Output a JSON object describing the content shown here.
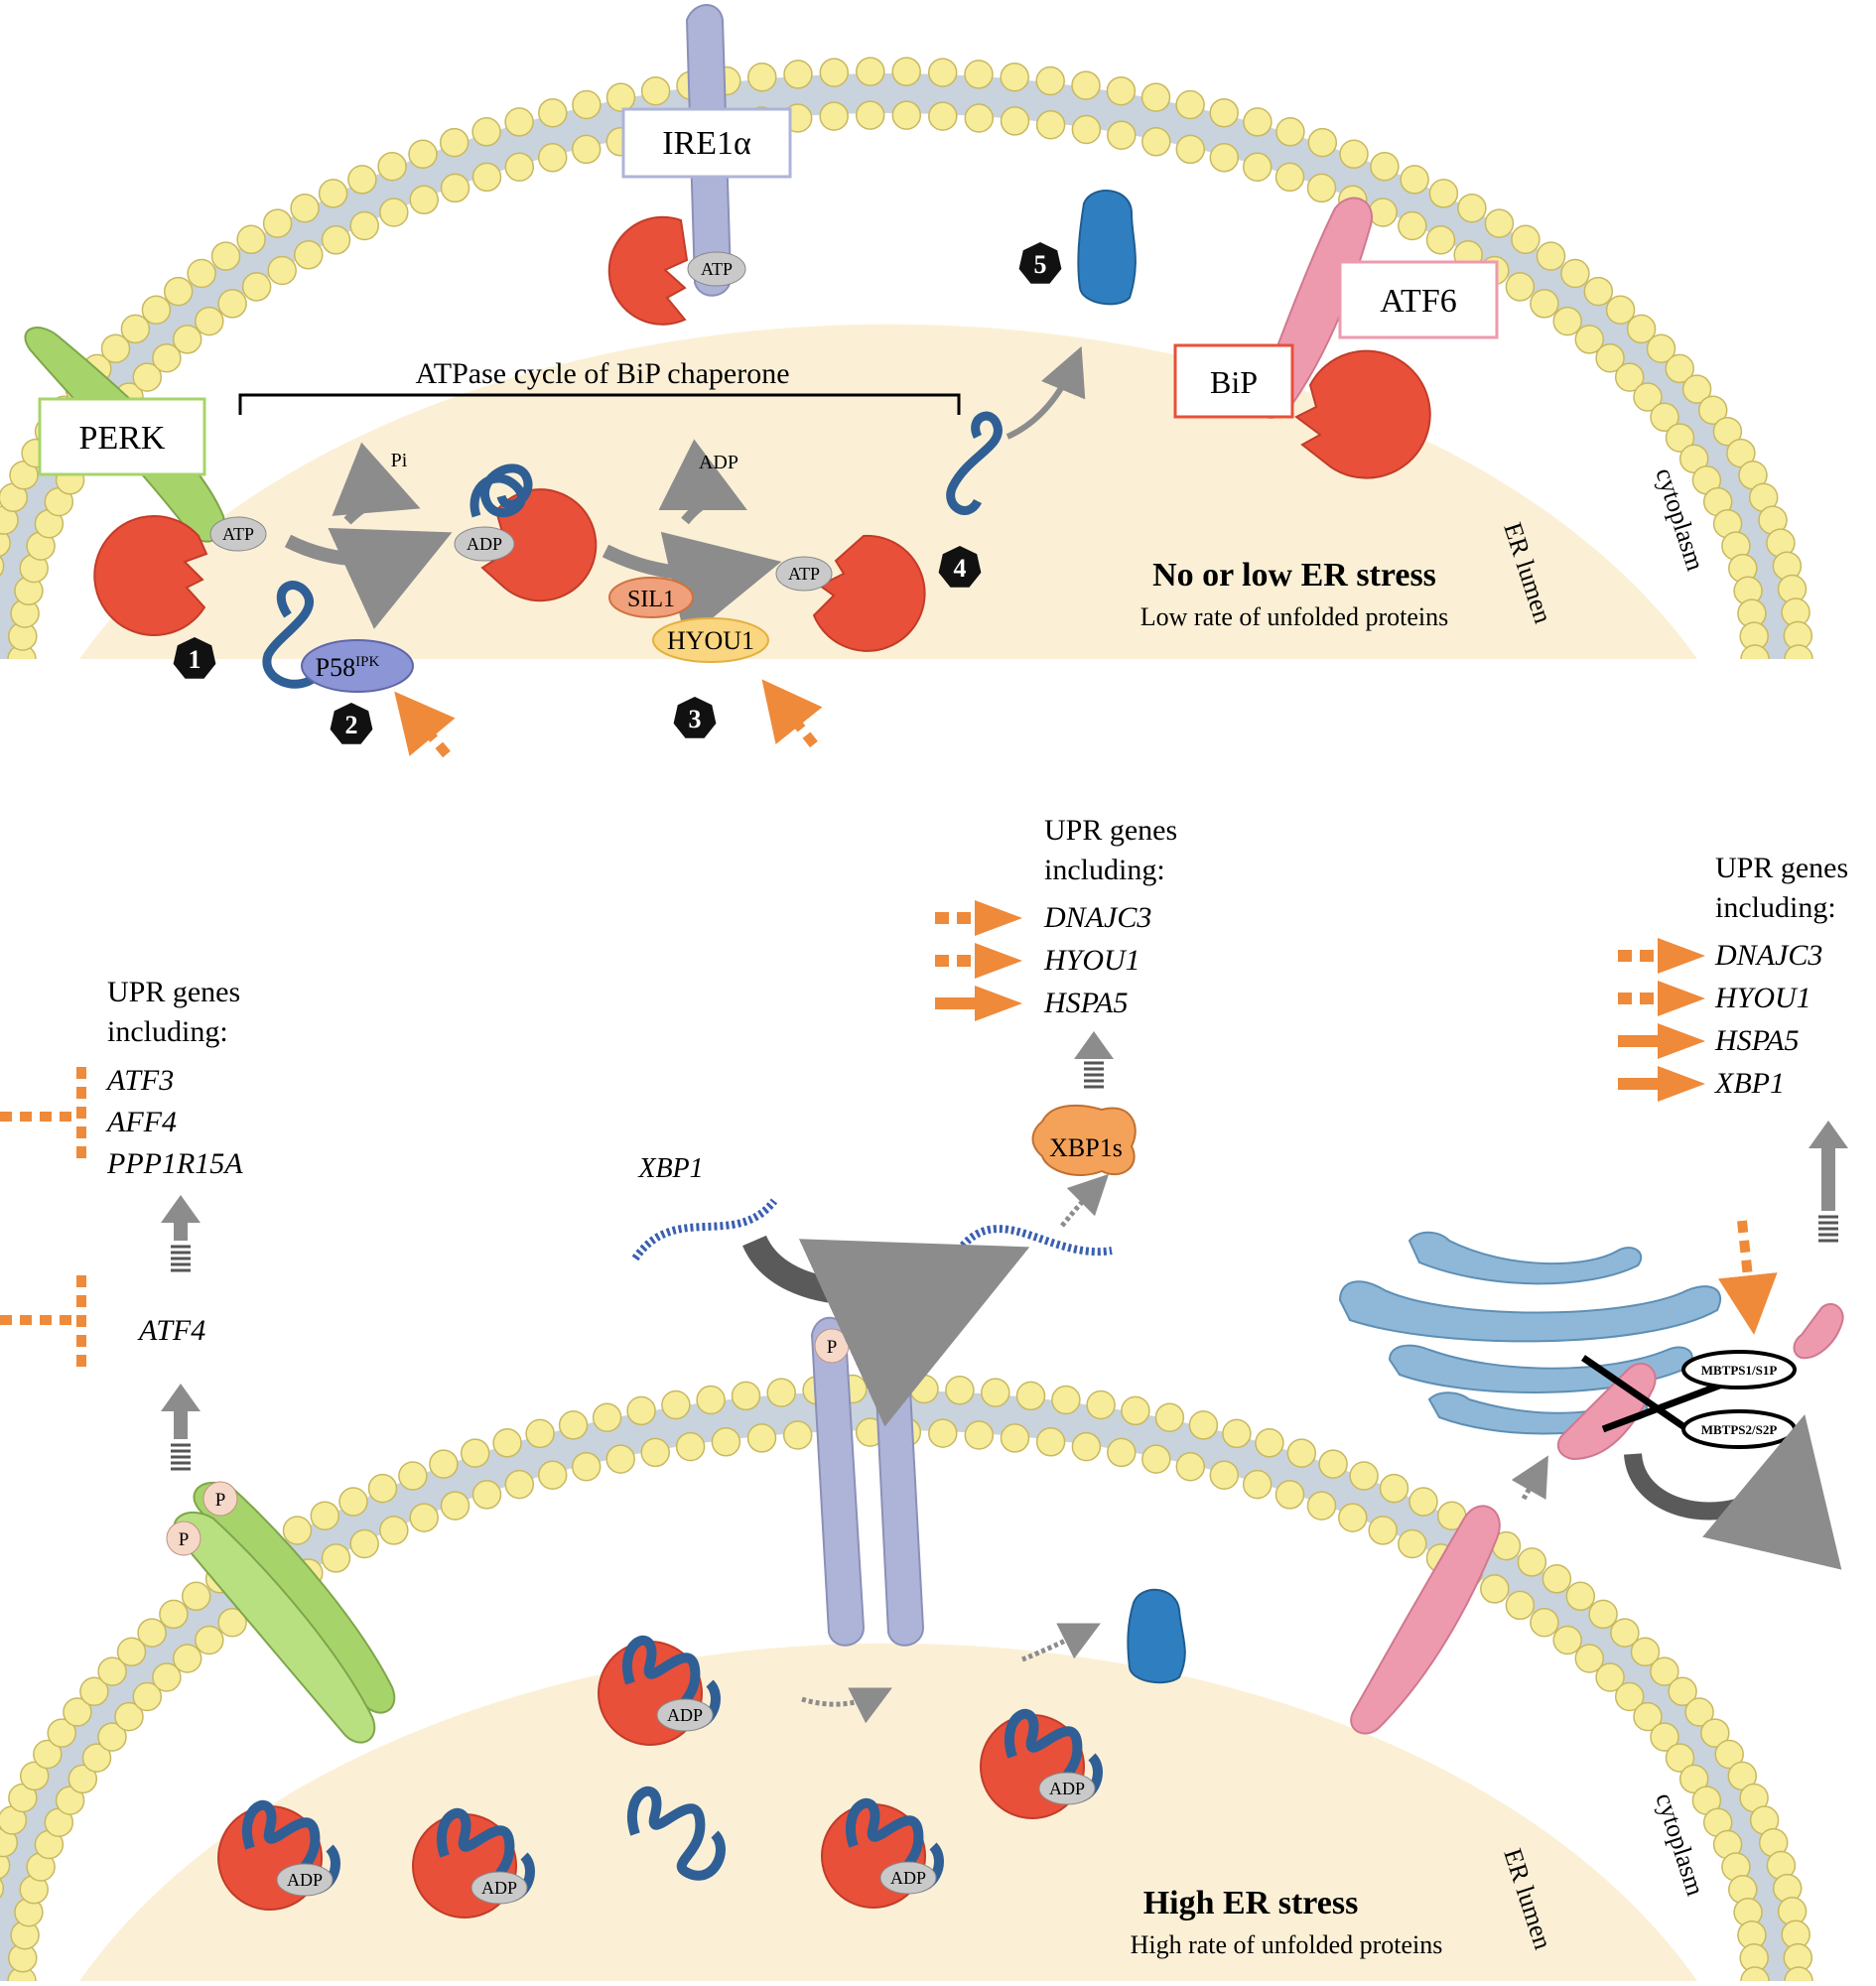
{
  "top_panel": {
    "perk_label": "PERK",
    "ire1_label": "IRE1α",
    "atf6_label": "ATF6",
    "bip_label": "BiP",
    "bracket_label": "ATPase cycle of BiP chaperone",
    "pi_label": "Pi",
    "adp_release_label": "ADP",
    "atp_label": "ATP",
    "adp_label": "ADP",
    "p58_label": "P58",
    "p58_sup": "IPK",
    "sil1_label": "SIL1",
    "hyou1_label": "HYOU1",
    "steps": [
      "1",
      "2",
      "3",
      "4",
      "5"
    ],
    "stress_title": "No or low ER stress",
    "stress_sub": "Low rate of unfolded proteins",
    "er_lumen_label": "ER lumen",
    "cytoplasm_label": "cytoplasm"
  },
  "bottom_panel": {
    "perk_genes": {
      "heading1": "UPR genes",
      "heading2": "including:",
      "genes": [
        "ATF3",
        "AFF4",
        "PPP1R15A"
      ]
    },
    "atf4_label": "ATF4",
    "xbp1_label": "XBP1",
    "xbp1s_label": "XBP1s",
    "ire1_genes": {
      "heading1": "UPR genes",
      "heading2": "including:",
      "genes": [
        "DNAJC3",
        "HYOU1",
        "HSPA5"
      ]
    },
    "atf6_genes": {
      "heading1": "UPR genes",
      "heading2": "including:",
      "genes": [
        "DNAJC3",
        "HYOU1",
        "HSPA5",
        "XBP1"
      ]
    },
    "s1p_label": "MBTPS1/S1P",
    "s2p_label": "MBTPS2/S2P",
    "p_label": "P",
    "adp_label": "ADP",
    "stress_title": "High ER stress",
    "stress_sub": "High rate of unfolded proteins",
    "er_lumen_label": "ER lumen",
    "cytoplasm_label": "cytoplasm"
  },
  "colors": {
    "lumen": "#fbf0d6",
    "lipid_head": "#f6ec9a",
    "lipid_tail": "#c9d3dd",
    "bip": "#e8503a",
    "perk": "#a7d46a",
    "ire1": "#aeb4d8",
    "atf6": "#ee9aae",
    "unfolded": "#2f5f95",
    "folded": "#2f7fc0",
    "arrow_orange": "#ee8a3a",
    "arrow_grey": "#8c8c8c",
    "golgi": "#8fb8d8"
  }
}
